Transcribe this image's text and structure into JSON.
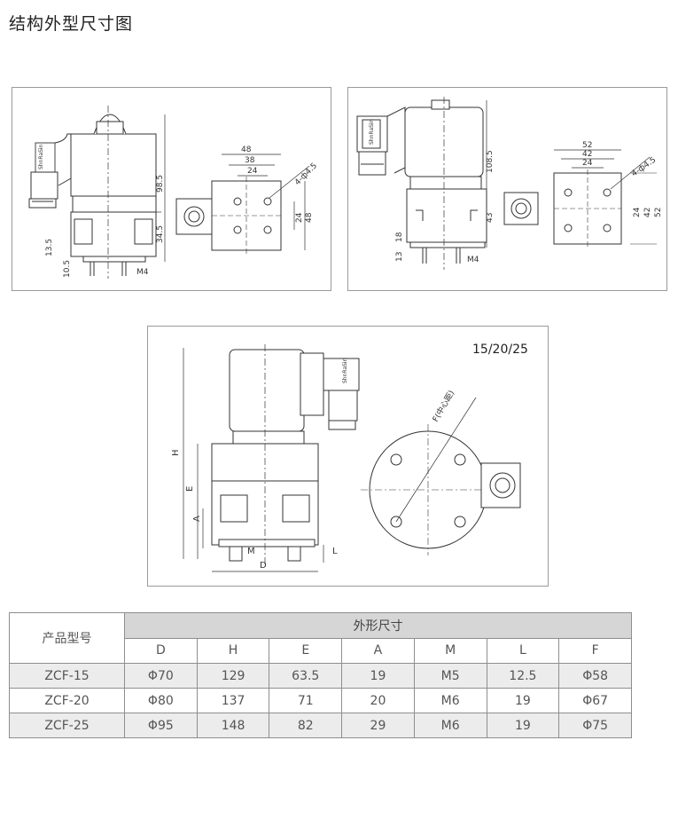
{
  "page_title": "结构外型尺寸图",
  "drawing1": {
    "dims": {
      "overall_height": "98.5",
      "body_height": "34.5",
      "pipe_height": "13.5",
      "bottom": "10.5",
      "thread": "M4",
      "width_outer": "48",
      "width_mid": "38",
      "width_inner": "24",
      "hole": "4-ф4.5",
      "side_inner": "24",
      "side_outer": "48"
    },
    "coil_label": "ShnRaSin"
  },
  "drawing2": {
    "dims": {
      "overall_height": "108.5",
      "body_height": "43",
      "pipe_height": "18",
      "bottom": "13",
      "thread": "M4",
      "width_outer": "52",
      "width_mid": "42",
      "width_inner": "24",
      "hole": "4-ф4.5",
      "side_inner": "24",
      "side_mid": "42",
      "side_outer": "52"
    },
    "coil_label": "ShnRaSin"
  },
  "drawing3": {
    "models_label": "15/20/25",
    "letters": {
      "H": "H",
      "E": "E",
      "A": "A",
      "M": "M",
      "L": "L",
      "D": "D",
      "F": "F(中心距)"
    },
    "coil_label": "ShnRaSin"
  },
  "table": {
    "model_header": "产品型号",
    "group_header": "外形尺寸",
    "columns": [
      "D",
      "H",
      "E",
      "A",
      "M",
      "L",
      "F"
    ],
    "rows": [
      {
        "model": "ZCF-15",
        "values": [
          "Φ70",
          "129",
          "63.5",
          "19",
          "M5",
          "12.5",
          "Φ58"
        ]
      },
      {
        "model": "ZCF-20",
        "values": [
          "Φ80",
          "137",
          "71",
          "20",
          "M6",
          "19",
          "Φ67"
        ]
      },
      {
        "model": "ZCF-25",
        "values": [
          "Φ95",
          "148",
          "82",
          "29",
          "M6",
          "19",
          "Φ75"
        ]
      }
    ]
  }
}
